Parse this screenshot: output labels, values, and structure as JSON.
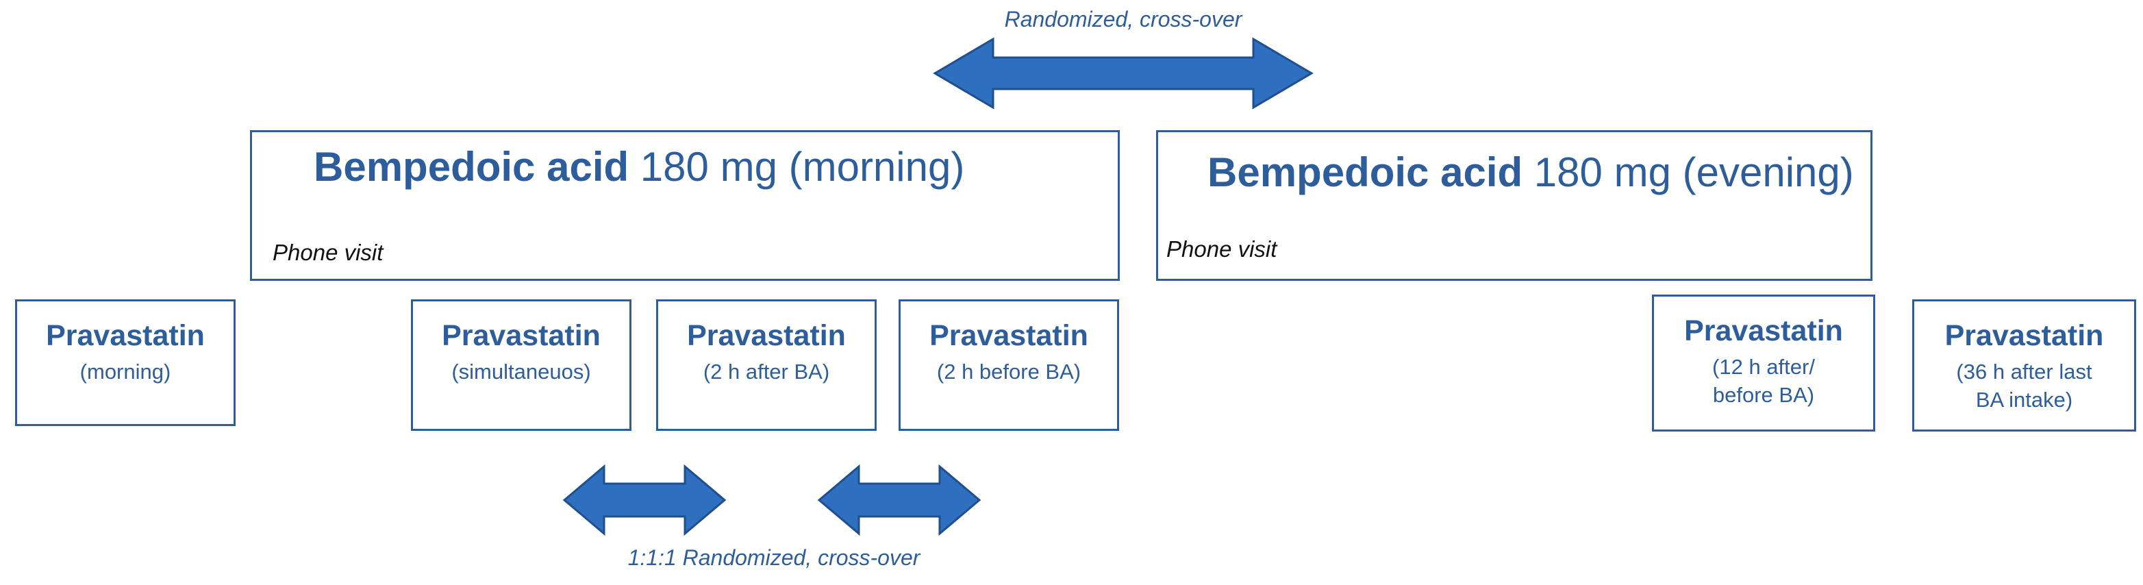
{
  "top_caption": "Randomized, cross-over",
  "bottom_caption": "1:1:1 Randomized, cross-over",
  "periods": [
    {
      "title_bold": "Bempedoic acid",
      "title_rest": " 180 mg (morning)",
      "phone_label": "Phone visit"
    },
    {
      "title_bold": "Bempedoic acid",
      "title_rest": " 180 mg (evening)",
      "phone_label": "Phone visit"
    }
  ],
  "pravastatin_boxes": [
    {
      "drug": "Pravastatin",
      "timing": "(morning)"
    },
    {
      "drug": "Pravastatin",
      "timing": "(simultaneuos)"
    },
    {
      "drug": "Pravastatin",
      "timing": "(2 h after BA)"
    },
    {
      "drug": "Pravastatin",
      "timing": "(2 h before BA)"
    },
    {
      "drug": "Pravastatin",
      "timing": "(12 h after/\nbefore BA)"
    },
    {
      "drug": "Pravastatin",
      "timing": "(36 h after last\nBA intake)"
    }
  ],
  "colors": {
    "accent": "#2e5d9c",
    "arrow_fill": "#2f6fbf",
    "arrow_stroke": "#1f4f8c",
    "phone_text": "#111111"
  },
  "icons": {
    "randomization_arrow": "double-headed-arrow"
  }
}
